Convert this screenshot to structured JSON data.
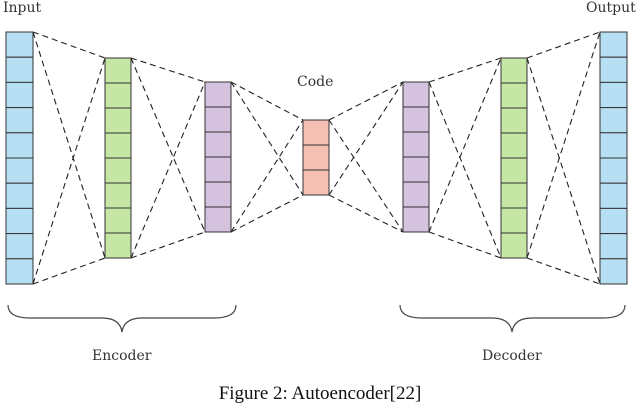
{
  "labels": {
    "input": "Input",
    "output": "Output",
    "code": "Code",
    "encoder": "Encoder",
    "decoder": "Decoder"
  },
  "caption": "Figure 2: Autoencoder[22]",
  "layers": [
    {
      "name": "input-layer",
      "cells": 10,
      "color": "#b7dff3"
    },
    {
      "name": "encoder-hidden-layer-1",
      "cells": 8,
      "color": "#c6e6a6"
    },
    {
      "name": "encoder-hidden-layer-2",
      "cells": 6,
      "color": "#d4c2de"
    },
    {
      "name": "code-layer",
      "cells": 3,
      "color": "#f6bfb4"
    },
    {
      "name": "decoder-hidden-layer-1",
      "cells": 6,
      "color": "#d4c2de"
    },
    {
      "name": "decoder-hidden-layer-2",
      "cells": 8,
      "color": "#c6e6a6"
    },
    {
      "name": "output-layer",
      "cells": 10,
      "color": "#b7dff3"
    }
  ],
  "colors": {
    "edge": "#222222",
    "cell_border": "#333333",
    "brace": "#444444"
  }
}
